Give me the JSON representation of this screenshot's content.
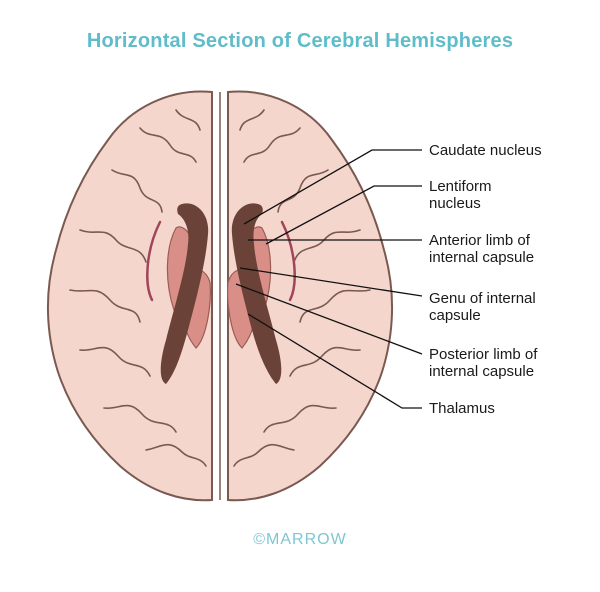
{
  "title": "Horizontal Section of Cerebral Hemispheres",
  "labels": [
    {
      "line1": "Caudate nucleus",
      "line2": ""
    },
    {
      "line1": "Lentiform",
      "line2": "nucleus"
    },
    {
      "line1": "Anterior limb of",
      "line2": "internal capsule"
    },
    {
      "line1": "Genu of internal",
      "line2": "capsule"
    },
    {
      "line1": "Posterior limb of",
      "line2": "internal capsule"
    },
    {
      "line1": "Thalamus",
      "line2": ""
    }
  ],
  "watermark": "©MARROW",
  "colors": {
    "title": "#5fbcc9",
    "brain_fill": "#f4d6cc",
    "outline": "#7a5a50",
    "deep_nuclei": "#d98f88",
    "ventricles": "#6b4238",
    "leader_lines": "#111111"
  }
}
